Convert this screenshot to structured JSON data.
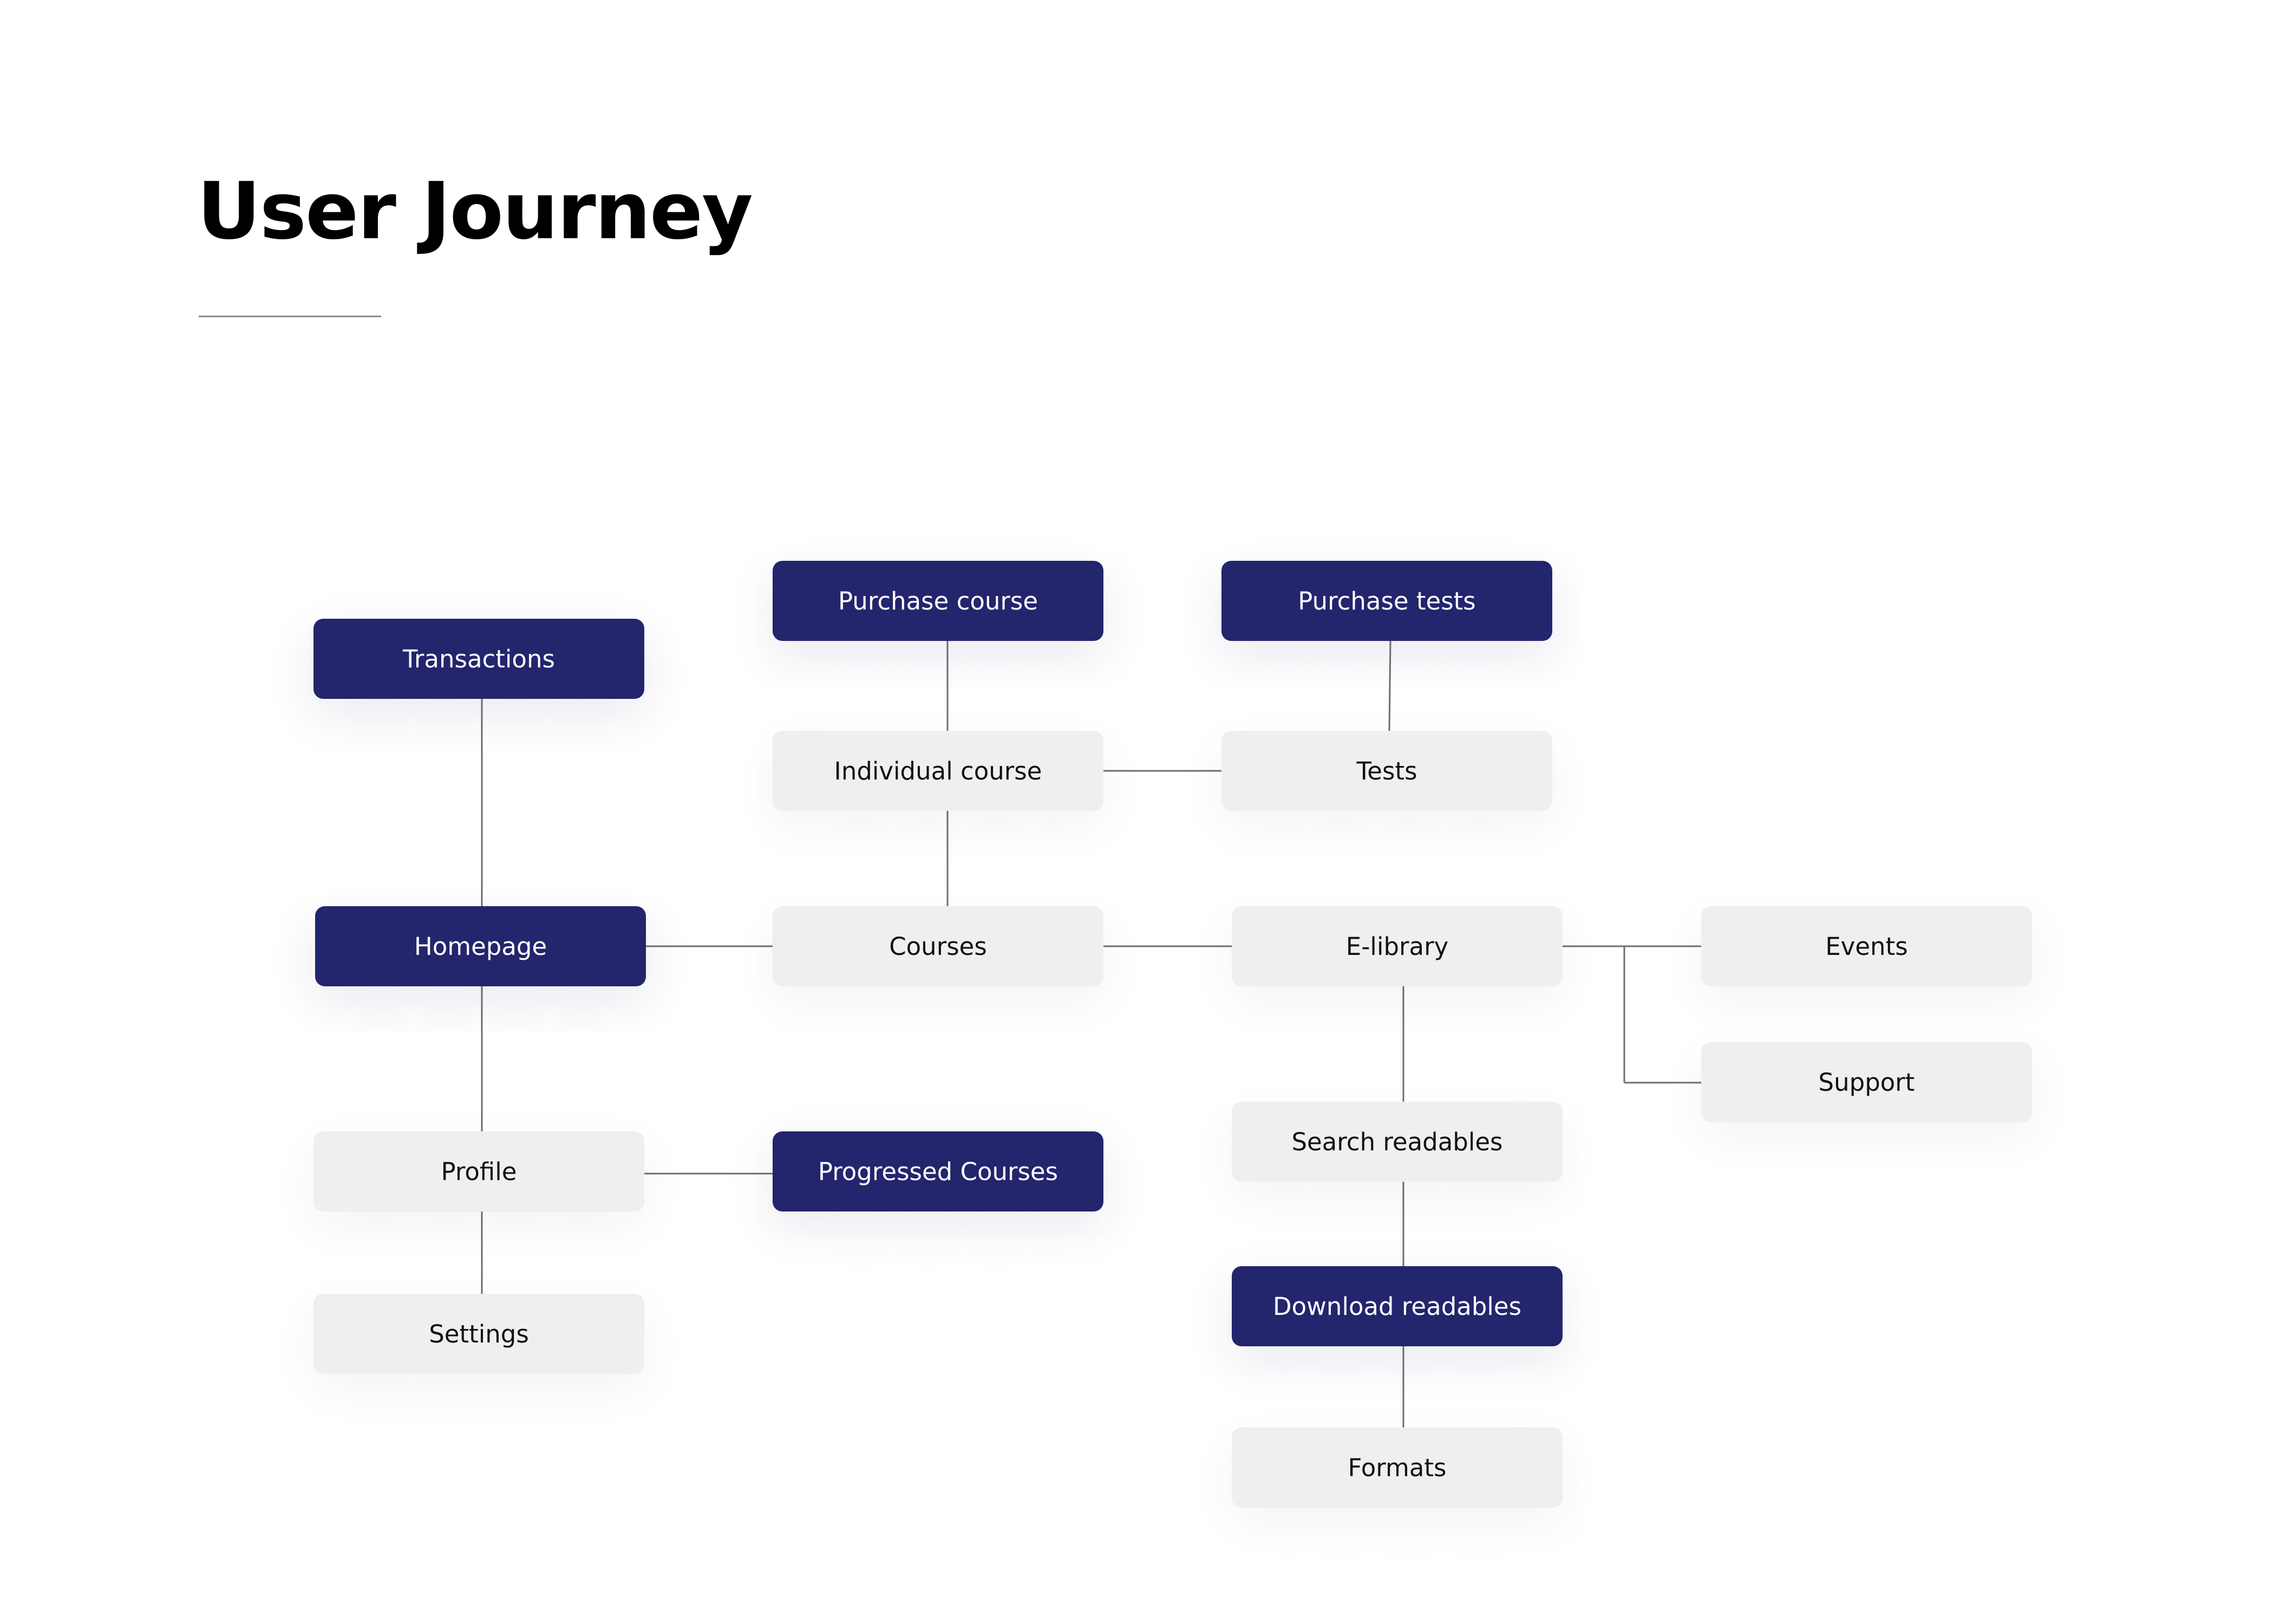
{
  "page": {
    "title": "User Journey"
  },
  "colors": {
    "primary_node": "#23256d",
    "secondary_node": "#efefef"
  },
  "nodes": {
    "purchase_course": "Purchase course",
    "purchase_tests": "Purchase tests",
    "transactions": "Transactions",
    "individual_course": "Individual course",
    "tests": "Tests",
    "homepage": "Homepage",
    "courses": "Courses",
    "elibrary": "E-library",
    "events": "Events",
    "support": "Support",
    "profile": "Profile",
    "progressed_courses": "Progressed Courses",
    "search_readables": "Search readables",
    "settings": "Settings",
    "download_readables": "Download readables",
    "formats": "Formats"
  }
}
